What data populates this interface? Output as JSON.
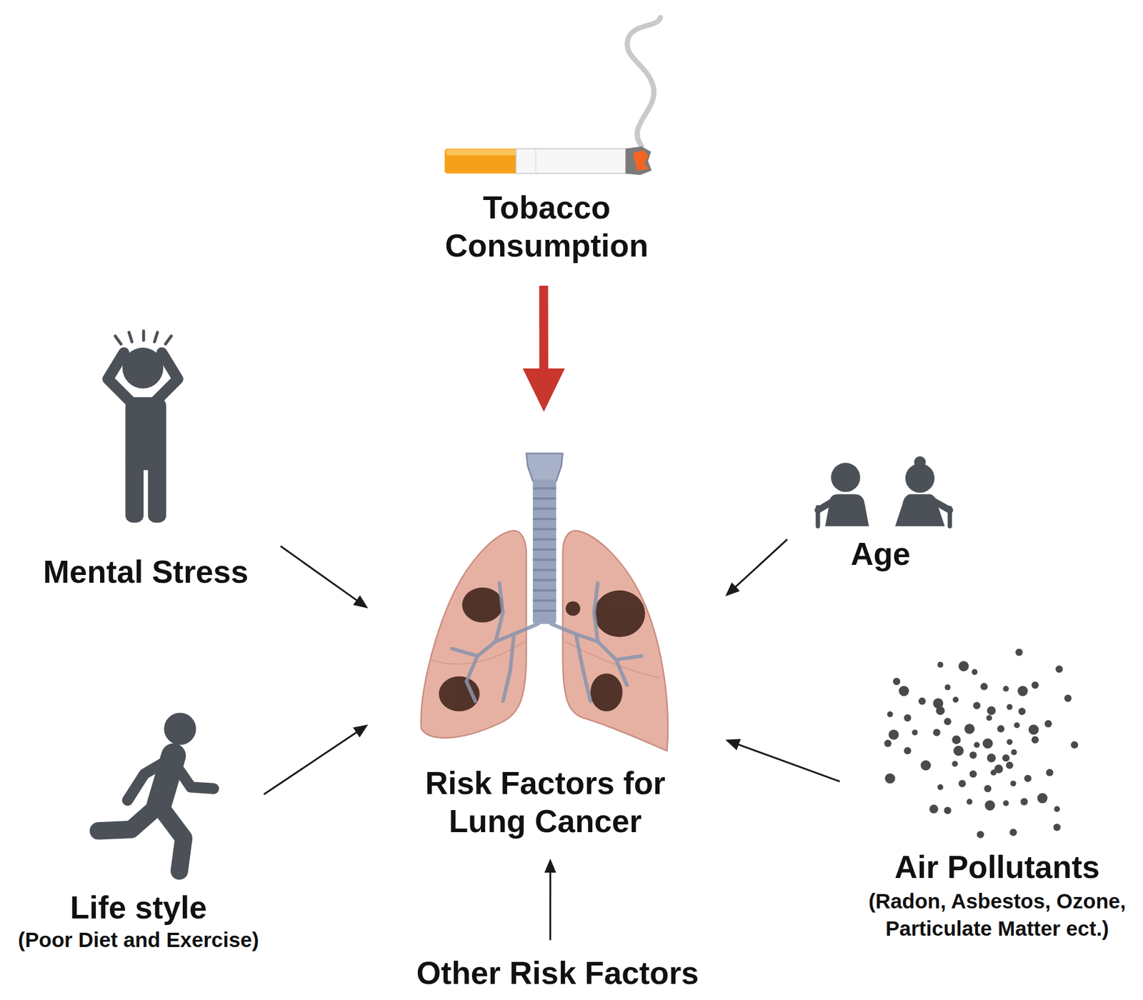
{
  "diagram": {
    "nodes": [
      {
        "text": [
          "Tobacco Consumption"
        ]
      },
      {
        "text": [
          "Mental Stress"
        ]
      },
      {
        "text": [
          "Age"
        ]
      },
      {
        "text": [
          "Risk Factors for Lung Cancer"
        ]
      },
      {
        "text": [
          "Life style",
          "(Poor Diet and Exercise)"
        ]
      },
      {
        "text": [
          "Air Pollutants",
          "(Radon, Asbestos, Ozone, Particulate Matter ect.)"
        ]
      },
      {
        "text": [
          "Other Risk Factors"
        ]
      }
    ],
    "edges": [
      {
        "from": 0,
        "to": 3,
        "arrow": "to"
      },
      {
        "from": 1,
        "to": 3,
        "arrow": "to"
      },
      {
        "from": 2,
        "to": 3,
        "arrow": "to"
      },
      {
        "from": 4,
        "to": 3,
        "arrow": "to"
      },
      {
        "from": 5,
        "to": 3,
        "arrow": "to"
      },
      {
        "from": 6,
        "to": 3,
        "arrow": "to"
      }
    ]
  }
}
